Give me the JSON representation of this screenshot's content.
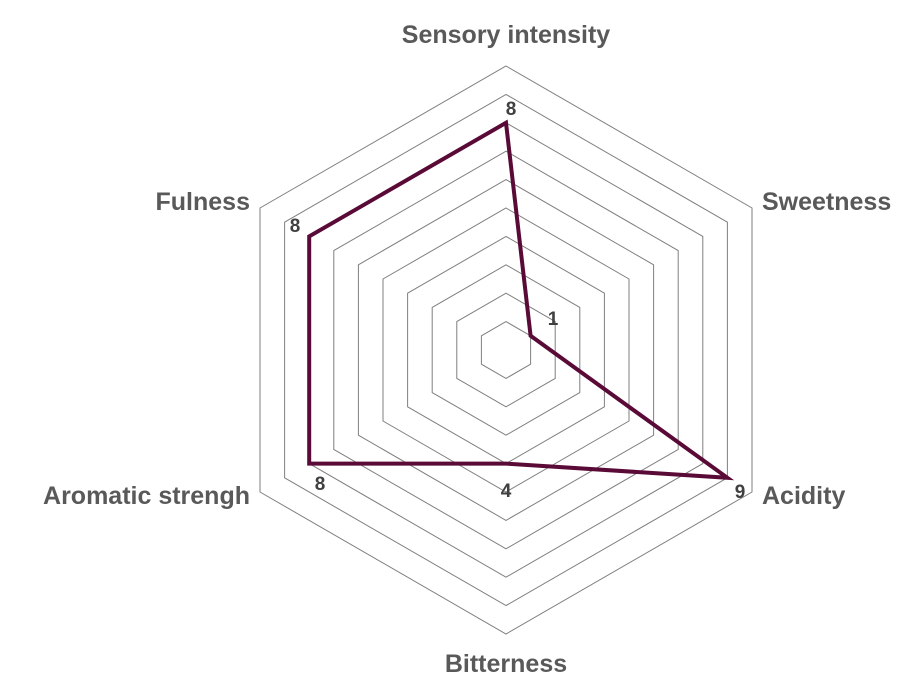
{
  "chart_data": {
    "type": "radar",
    "categories": [
      "Sensory intensity",
      "Sweetness",
      "Acidity",
      "Bitterness",
      "Aromatic strengh",
      "Fulness"
    ],
    "series": [
      {
        "values": [
          8,
          1,
          9,
          4,
          8,
          8
        ],
        "color": "#5a0a36"
      }
    ],
    "rlim": [
      0,
      10
    ],
    "grid_rings": 10,
    "grid": true,
    "legend": "none",
    "data_labels": [
      "8",
      "1",
      "9",
      "4",
      "8",
      "8"
    ]
  }
}
